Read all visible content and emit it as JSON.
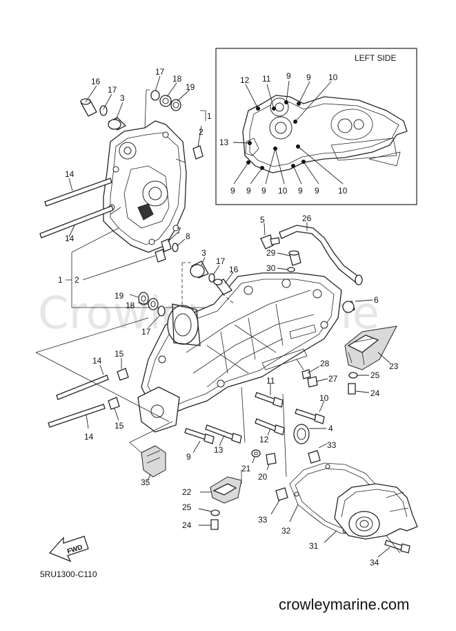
{
  "inset": {
    "title": "LEFT SIDE"
  },
  "diagram_code": "5RU1300-C110",
  "fwd_label": "FWD",
  "watermark": "Crowley Marine",
  "site_url": "crowleymarine.com",
  "callouts": {
    "c1": "1",
    "c2": "2",
    "c3": "3",
    "c4": "4",
    "c5": "5",
    "c6": "6",
    "c7": "7",
    "c8": "8",
    "c9": "9",
    "c10": "10",
    "c11": "11",
    "c12": "12",
    "c13": "13",
    "c14": "14",
    "c15": "15",
    "c16": "16",
    "c17": "17",
    "c18": "18",
    "c19": "19",
    "c20": "20",
    "c21": "21",
    "c22": "22",
    "c23": "23",
    "c24": "24",
    "c25": "25",
    "c26": "26",
    "c27": "27",
    "c28": "28",
    "c29": "29",
    "c30": "30",
    "c31": "31",
    "c32": "32",
    "c33": "33",
    "c34": "34",
    "c35": "35"
  }
}
